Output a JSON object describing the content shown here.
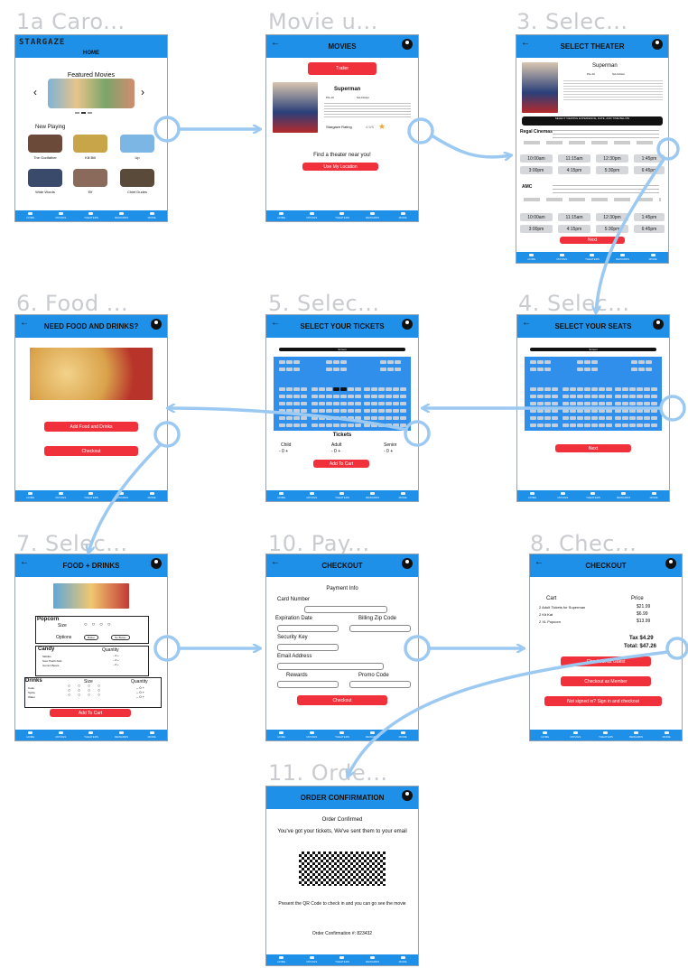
{
  "labels": {
    "s1": "1a Caro...",
    "s2": "Movie u...",
    "s3": "3. Selec...",
    "s4": "4. Selec...",
    "s5": "5. Selec...",
    "s6": "6. Food ...",
    "s7": "7. Selec...",
    "s8": "10. Pay...",
    "s9": "8. Chec...",
    "s10": "11. Orde..."
  },
  "nav": [
    "HOME",
    "MOVIES",
    "THEATERS",
    "REWARDS",
    "MORE"
  ],
  "s1": {
    "brand": "STARGAZE",
    "title": "HOME",
    "featured": "Featured Movies",
    "now": "New Playing",
    "movies": [
      "The Godfather",
      "Kill Bill",
      "Up",
      "Wide Words",
      "Elf",
      "Chief Dudes"
    ]
  },
  "s2": {
    "title": "MOVIES",
    "trailer": "Trailer",
    "movie": "Superman",
    "rating": "PG-13",
    "genre": "Sci-Fiction",
    "score_label": "Stargaze Rating",
    "score": "4.5/5",
    "find": "Find a theater near you!",
    "use": "Use My Location"
  },
  "s3": {
    "title": "SELECT THEATER",
    "movie": "Superman",
    "rating": "PG-13",
    "genre": "Sci-Fiction",
    "banner": "SELECT VIEWING EXPERIENCE, DATE, AND TIME BELOW",
    "theater1": "Regal Cinemas",
    "theater2": "AMC",
    "times1": [
      "10:00am",
      "11:15am",
      "12:30pm",
      "1:45pm",
      "3:00pm",
      "4:15pm",
      "5:30pm",
      "6:45pm"
    ],
    "times2": [
      "10:00am",
      "11:15am",
      "12:30pm",
      "1:45pm",
      "3:00pm",
      "4:15pm",
      "5:30pm",
      "6:45pm"
    ],
    "next": "Next"
  },
  "s4": {
    "title": "SELECT YOUR SEATS",
    "screen": "Screen",
    "next": "Next"
  },
  "s5": {
    "title": "SELECT YOUR TICKETS",
    "screen": "Screen",
    "tickets": "Tickets",
    "child": "Child",
    "adult": "Adult",
    "senior": "Senior",
    "qty_child": "- 0 +",
    "qty_adult": "- 0 +",
    "qty_senior": "- 0 +",
    "add": "Add To Cart"
  },
  "s6": {
    "title": "NEED FOOD AND DRINKS?",
    "add": "Add Food and Drinks",
    "checkout": "Checkout"
  },
  "s7": {
    "title": "FOOD + DRINKS",
    "popcorn": "Popcorn",
    "size": "Size",
    "options": "Options",
    "opt1": "Butter",
    "opt2": "No Butter",
    "candy": "Candy",
    "quantity": "Quantity",
    "candies": [
      "Skittles",
      "Sour Patch Kids",
      "Gummi Bears"
    ],
    "drinks": "Drinks",
    "dsize": "Size",
    "dqty": "Quantity",
    "drink_list": [
      "Coke",
      "Sprite",
      "Water"
    ],
    "add": "Add To Cart"
  },
  "s8": {
    "title": "CHECKOUT",
    "info": "Payment Info",
    "card": "Card Number",
    "exp": "Expiration Date",
    "zip": "Billing Zip Code",
    "sec": "Security Key",
    "email": "Email Address",
    "rewards": "Rewards",
    "promo": "Promo Code",
    "checkout": "Checkout"
  },
  "s9": {
    "title": "CHECKOUT",
    "cart": "Cart",
    "price": "Price",
    "items": [
      "2 Adult Tickets for Superman",
      "2 Kit Kat",
      "2 XL Popcorn"
    ],
    "prices": [
      "$21.99",
      "$6.99",
      "$13.99"
    ],
    "tax": "Tax $4.29",
    "total": "Total: $47.26",
    "guest": "Checkout as Guest",
    "member": "Checkout as Member",
    "signin": "Not signed in? Sign in and checkout"
  },
  "s10": {
    "title": "ORDER CONFIRMATION",
    "confirmed": "Order Confirmed",
    "sent": "You've got your tickets, We've sent them to your email",
    "present": "Present the QR Code to check in and you can go see the movie",
    "number": "Order Confirmation #: 823432"
  },
  "colors": {
    "header": "#1e90e8",
    "button": "#f0303a",
    "arrow": "#9cc9f2"
  }
}
